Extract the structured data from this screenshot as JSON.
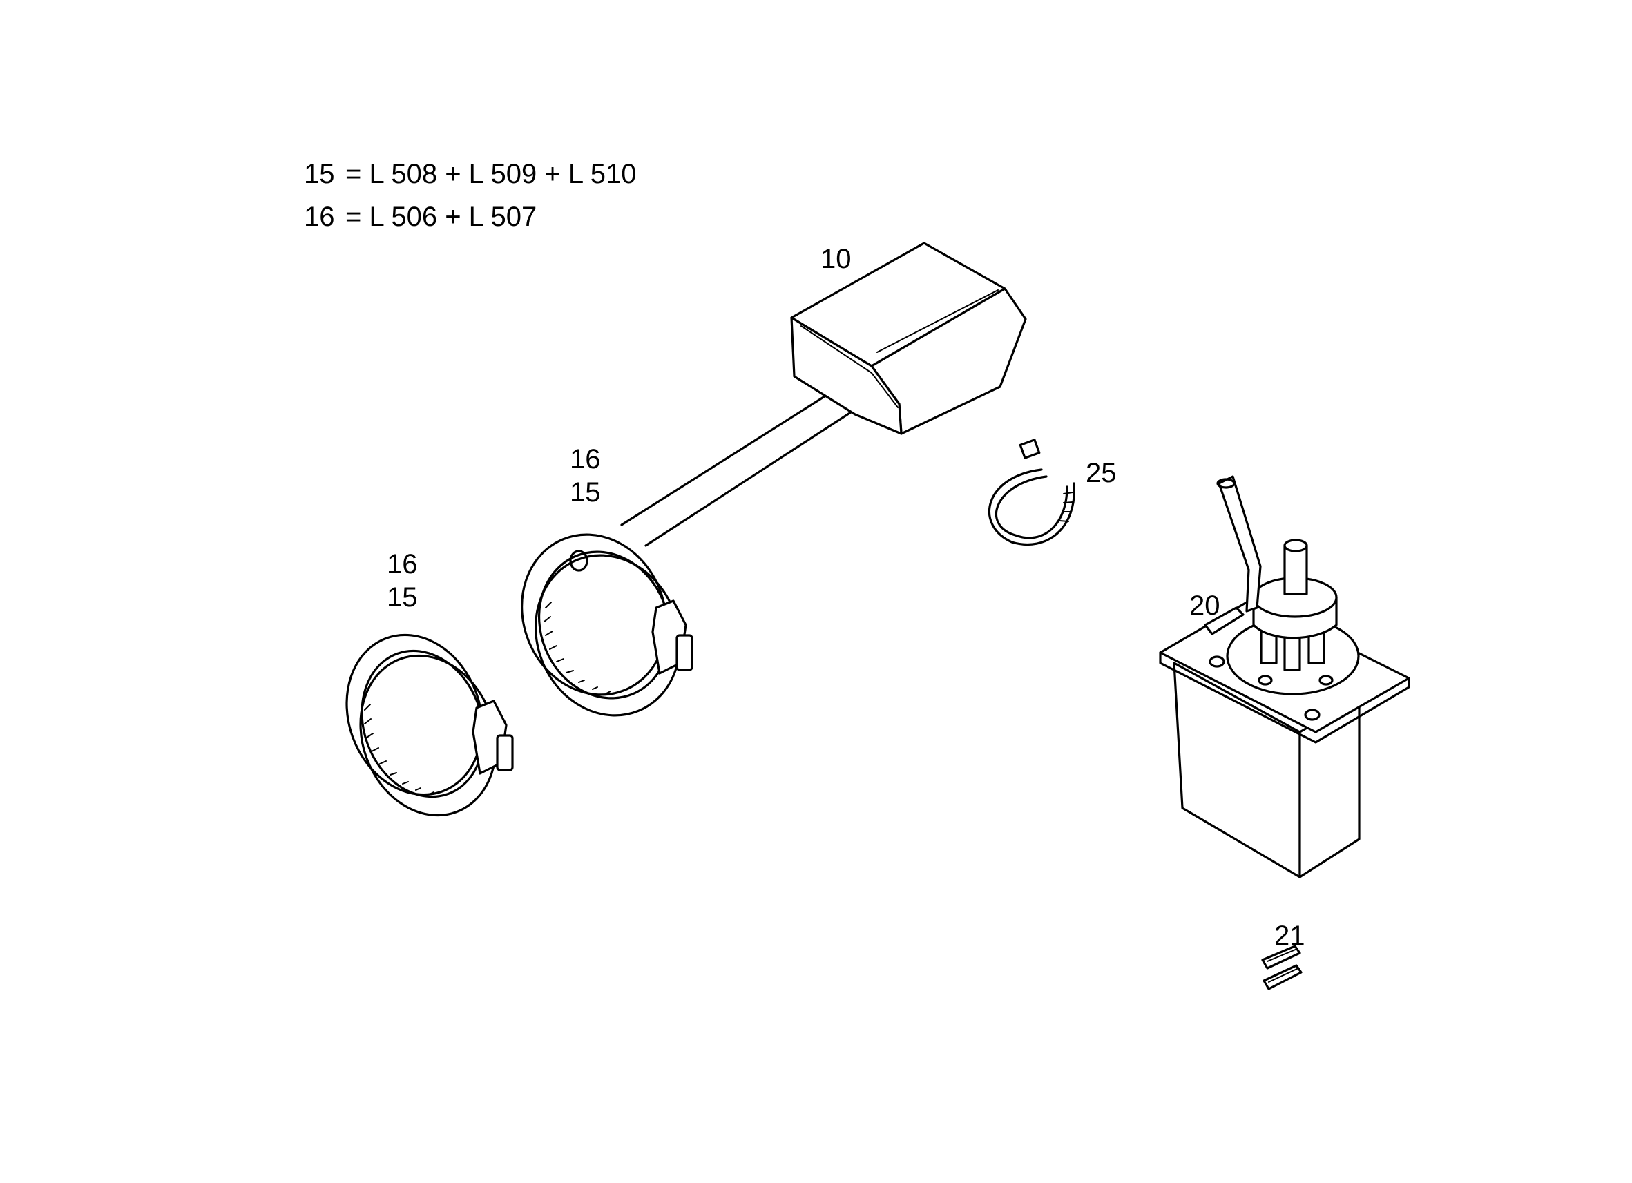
{
  "legend": {
    "line1": {
      "num": "15",
      "eq": "= L 508 + L 509 + L 510"
    },
    "line2": {
      "num": "16",
      "eq": "= L 506 + L 507"
    }
  },
  "callouts": {
    "c10": "10",
    "c25": "25",
    "c20": "20",
    "c21": "21",
    "clampA_top": "16",
    "clampA_bottom": "15",
    "clampB_top": "16",
    "clampB_bottom": "15"
  },
  "parts": [
    {
      "id": "10",
      "icon": "pedal-cover-with-rod"
    },
    {
      "id": "15",
      "icon": "hose-clamp"
    },
    {
      "id": "16",
      "icon": "hose-clamp"
    },
    {
      "id": "20",
      "icon": "hydraulic-pump-unit"
    },
    {
      "id": "21",
      "icon": "pin-pair"
    },
    {
      "id": "25",
      "icon": "cable-tie-ring"
    }
  ]
}
